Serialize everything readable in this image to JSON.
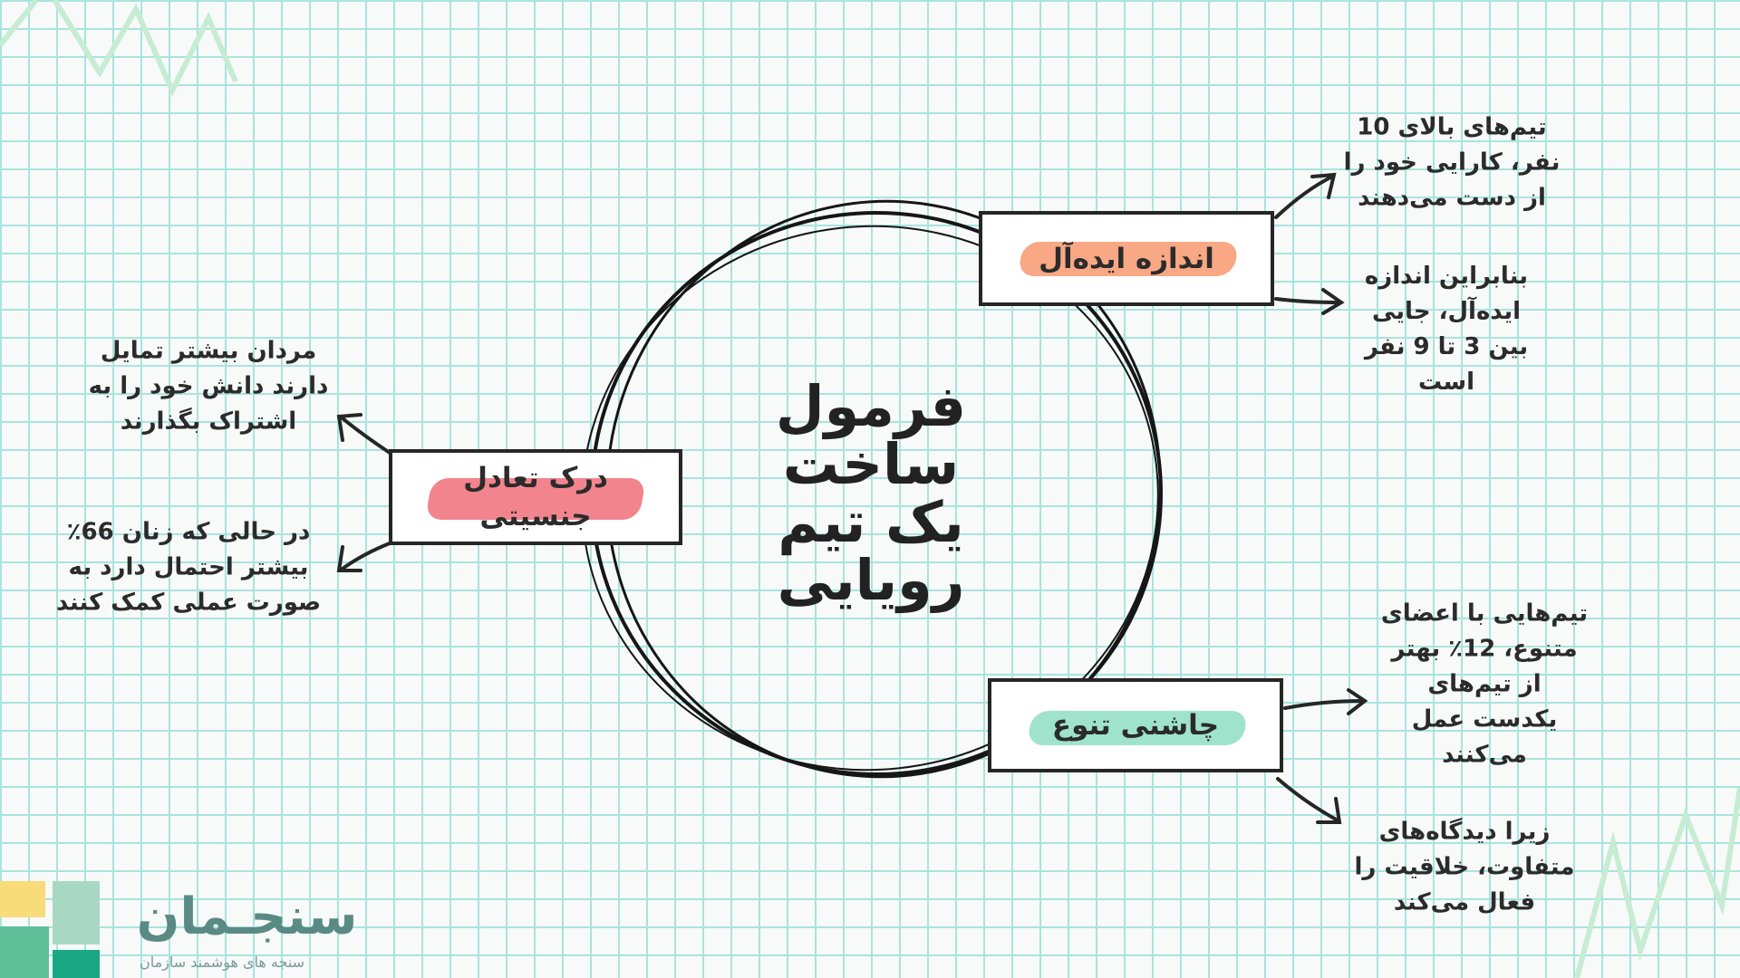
{
  "title": "فرمول\nساخت\nیک تیم\nرویایی",
  "boxes": {
    "size": {
      "label": "اندازه ایده‌آل",
      "color": "#f8a884"
    },
    "gender": {
      "label": "درک تعادل\nجنسیتی",
      "color": "#f2848e"
    },
    "diversity": {
      "label": "چاشنی تنوع",
      "color": "#9fe3cd"
    }
  },
  "notes": {
    "size_1": "تیم‌های بالای 10\nنفر، کارایی خود را\nاز دست می‌دهند",
    "size_2": "بنابراین اندازه\nایده‌آل، جایی\nبین 3 تا 9 نفر\nاست",
    "gender_1": "مردان بیشتر تمایل\nدارند دانش خود را به\nاشتراک بگذارند",
    "gender_2": "در حالی که زنان 66٪\nبیشتر احتمال دارد به\nصورت عملی کمک کنند",
    "diversity_1": "تیم‌هایی با اعضای\nمتنوع، 12٪ بهتر\nاز تیم‌های\nیکدست عمل\nمی‌کنند",
    "diversity_2": "زیرا دیدگاه‌های\nمتفاوت، خلاقیت را\nفعال می‌کند"
  },
  "logo": {
    "name": "سنجـمان",
    "tagline": "سنجه های هوشمند سازمان"
  }
}
